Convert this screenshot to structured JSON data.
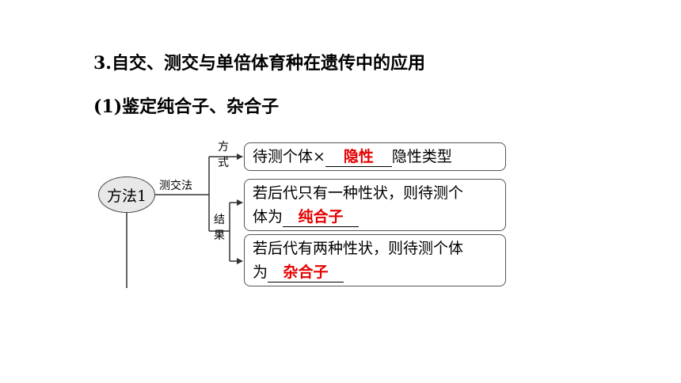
{
  "headings": {
    "h1": "3.自交、测交与单倍体育种在遗传中的应用",
    "h2": "(1)鉴定纯合子、杂合子"
  },
  "diagram": {
    "method": "方法1",
    "branch_label": "测交法",
    "label_fangshi": [
      "方",
      "式"
    ],
    "label_jieguo": [
      "结",
      "果"
    ],
    "box1": {
      "text_before": "待测个体×",
      "answer": "隐性",
      "text_after": "隐性类型"
    },
    "box2": {
      "line1": "若后代只有一种性状，则待测个",
      "line2_prefix": "体为",
      "answer": "纯合子"
    },
    "box3": {
      "line1": "若后代有两种性状，则待测个体",
      "line2_prefix": "为",
      "answer": "杂合子"
    },
    "answer_color": "#e60000"
  }
}
